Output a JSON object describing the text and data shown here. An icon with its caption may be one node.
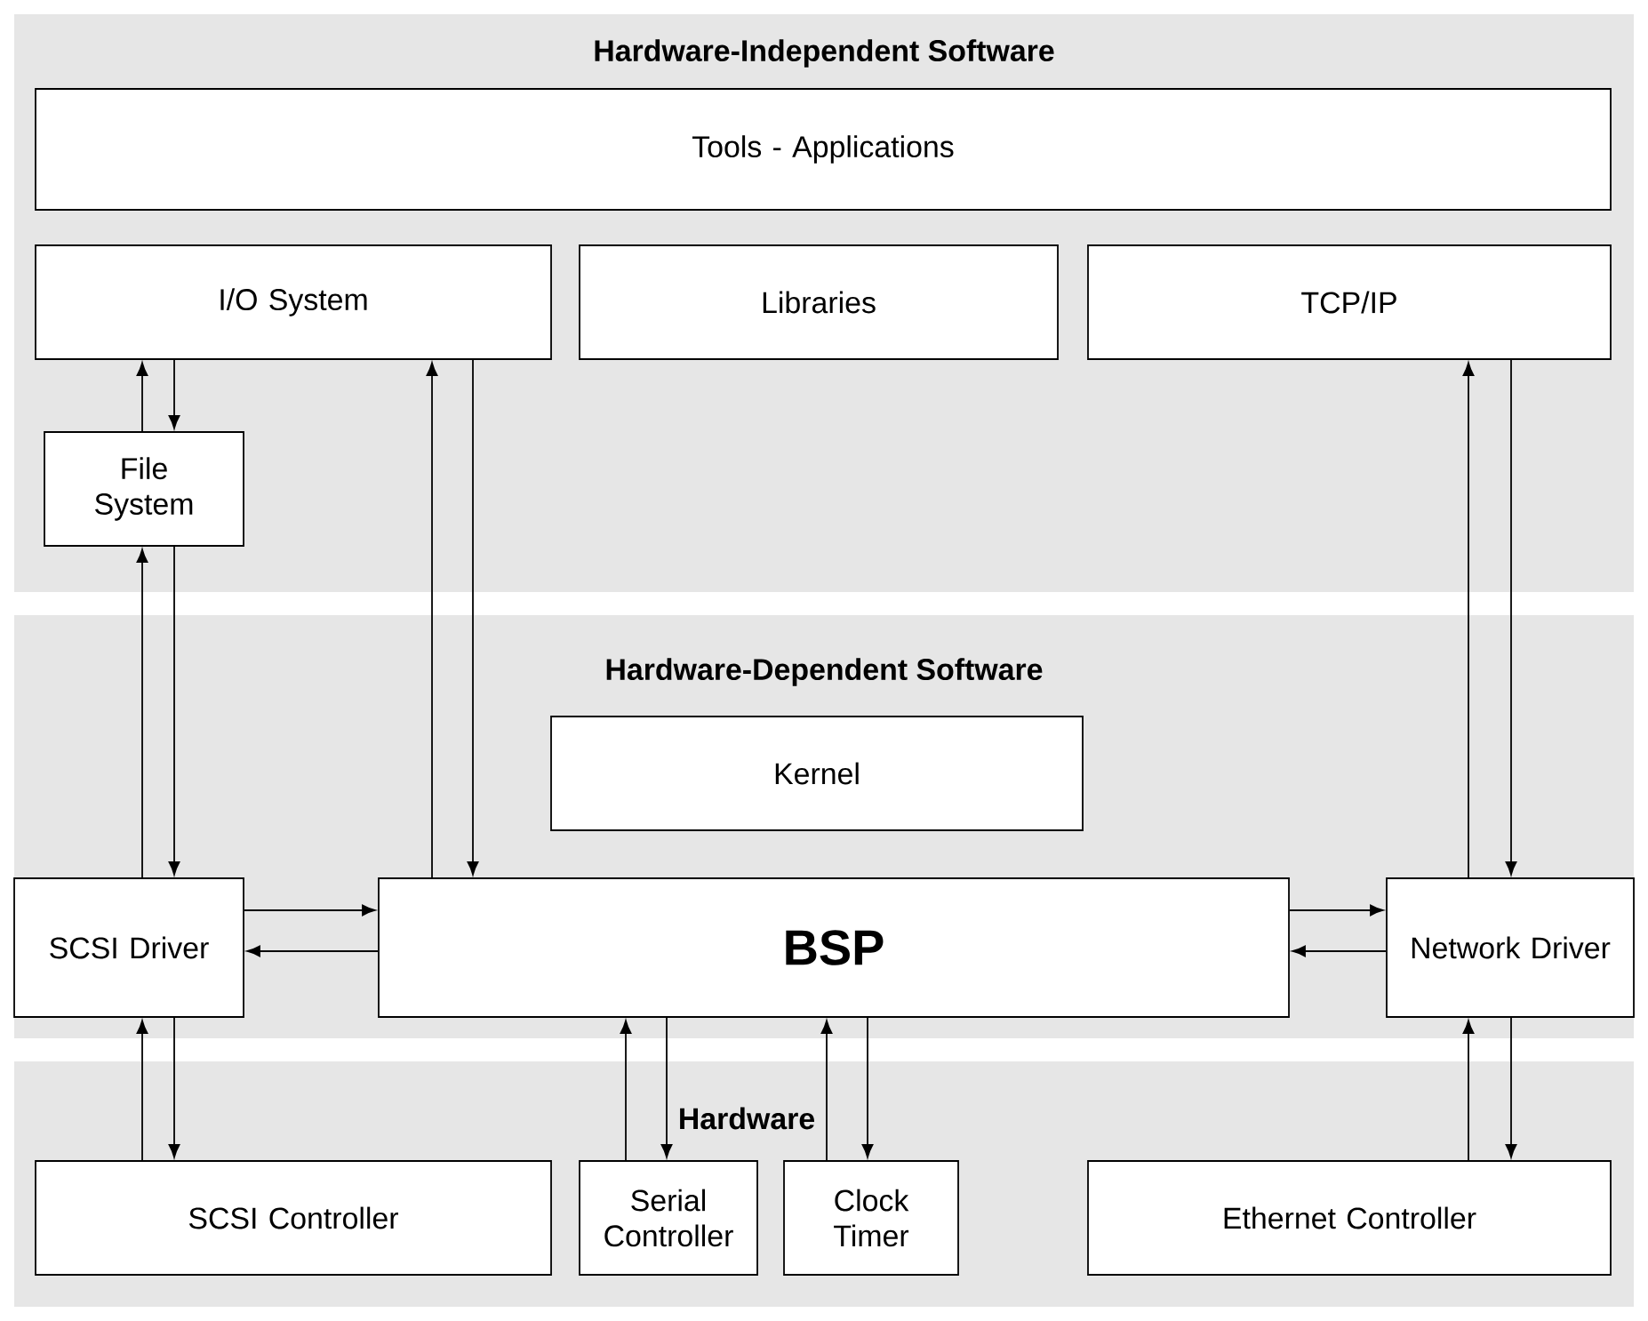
{
  "diagram": {
    "nodes": [
      {
        "text": [
          "Hardware-Independent Software"
        ]
      },
      {
        "text": [
          "Tools - Applications"
        ],
        "in": 0
      },
      {
        "text": [
          "I/O System"
        ],
        "in": 0
      },
      {
        "text": [
          "Libraries"
        ],
        "in": 0
      },
      {
        "text": [
          "TCP/IP"
        ],
        "in": 0
      },
      {
        "text": [
          "File System"
        ],
        "in": 0
      },
      {
        "text": [
          "Hardware-Dependent Software"
        ]
      },
      {
        "text": [
          "Kernel"
        ],
        "in": 6
      },
      {
        "text": [
          "SCSI Driver"
        ],
        "in": 6
      },
      {
        "text": [
          "BSP"
        ],
        "in": 6
      },
      {
        "text": [
          "Network Driver"
        ],
        "in": 6
      },
      {
        "text": [
          "Hardware"
        ]
      },
      {
        "text": [
          "SCSI Controller"
        ],
        "in": 11
      },
      {
        "text": [
          "Serial Controller"
        ],
        "in": 11
      },
      {
        "text": [
          "Clock Timer"
        ],
        "in": 11
      },
      {
        "text": [
          "Ethernet Controller"
        ],
        "in": 11
      }
    ],
    "edges": [
      {
        "from": 5,
        "to": 2,
        "arrow": "to"
      },
      {
        "from": 2,
        "to": 5,
        "arrow": "to"
      },
      {
        "from": 8,
        "to": 5,
        "arrow": "to"
      },
      {
        "from": 5,
        "to": 8,
        "arrow": "to"
      },
      {
        "from": 9,
        "to": 2,
        "arrow": "to"
      },
      {
        "from": 2,
        "to": 9,
        "arrow": "to"
      },
      {
        "from": 10,
        "to": 4,
        "arrow": "to"
      },
      {
        "from": 4,
        "to": 10,
        "arrow": "to"
      },
      {
        "from": 8,
        "to": 9,
        "arrow": "to"
      },
      {
        "from": 9,
        "to": 8,
        "arrow": "to"
      },
      {
        "from": 9,
        "to": 10,
        "arrow": "to"
      },
      {
        "from": 10,
        "to": 9,
        "arrow": "to"
      },
      {
        "from": 12,
        "to": 8,
        "arrow": "to"
      },
      {
        "from": 8,
        "to": 12,
        "arrow": "to"
      },
      {
        "from": 13,
        "to": 9,
        "arrow": "to"
      },
      {
        "from": 9,
        "to": 13,
        "arrow": "to"
      },
      {
        "from": 14,
        "to": 9,
        "arrow": "to"
      },
      {
        "from": 9,
        "to": 14,
        "arrow": "to"
      },
      {
        "from": 15,
        "to": 10,
        "arrow": "to"
      },
      {
        "from": 10,
        "to": 15,
        "arrow": "to"
      }
    ]
  }
}
